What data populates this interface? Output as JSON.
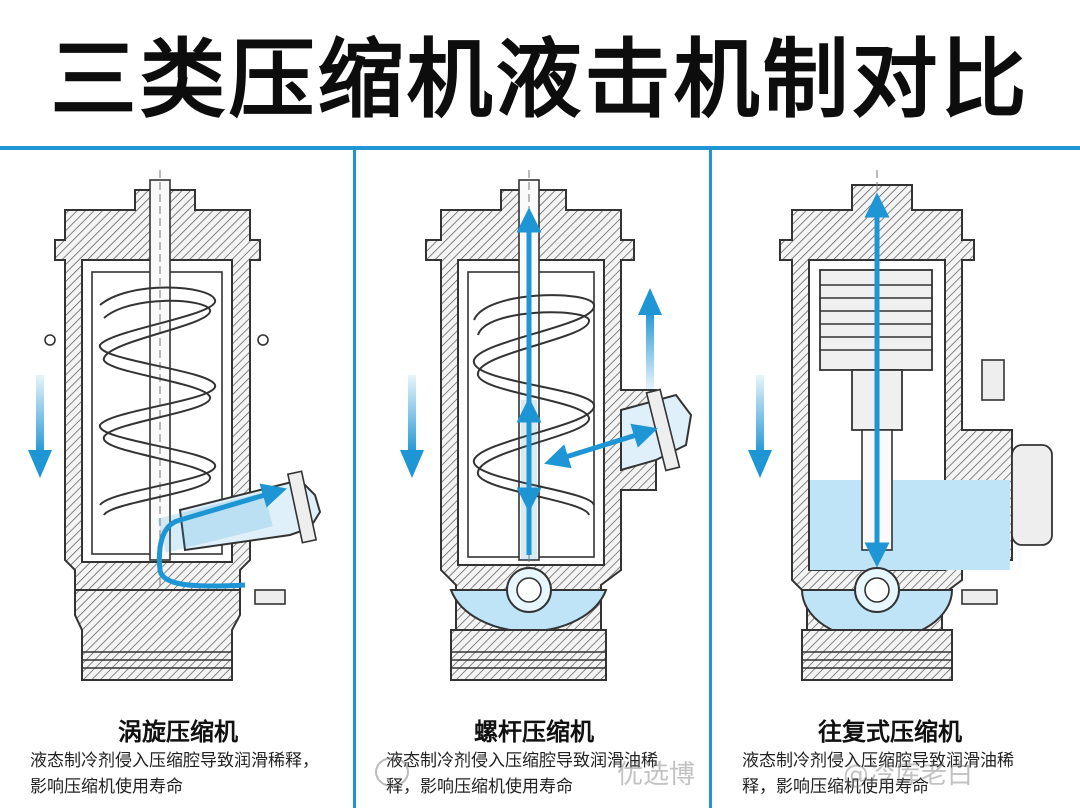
{
  "title": "三类压缩机液击机制对比",
  "colors": {
    "accent": "#1e95d4",
    "line": "#333333",
    "liquid": "#bfe3f7"
  },
  "panels": [
    {
      "name": "涡旋压缩机",
      "desc": "液态制冷剂侵入压缩腔导致润滑稀释，影响压缩机使用寿命"
    },
    {
      "name": "螺杆压缩机",
      "desc": "液态制冷剂侵入压缩腔导致润滑油稀释，影响压缩机使用寿命"
    },
    {
      "name": "往复式压缩机",
      "desc": "液态制冷剂侵入压缩腔导致润滑油稀释，影响压缩机使用寿命"
    }
  ],
  "watermark": {
    "text": "优选博",
    "handle": "@冷库老白",
    "icon": "wechat-icon"
  }
}
